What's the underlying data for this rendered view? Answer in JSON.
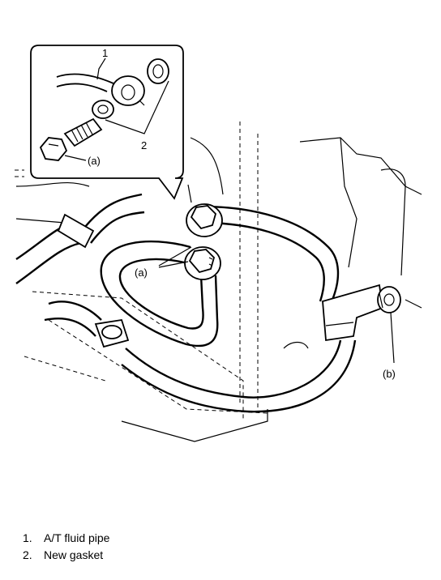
{
  "diagram": {
    "labels": {
      "inset_item_1": "1",
      "inset_item_2": "2",
      "inset_bolt": "(a)",
      "main_bolts": "(a)",
      "bracket_nut": "(b)"
    },
    "legend": [
      {
        "num": "1.",
        "text": "A/T fluid pipe"
      },
      {
        "num": "2.",
        "text": "New gasket"
      }
    ]
  }
}
